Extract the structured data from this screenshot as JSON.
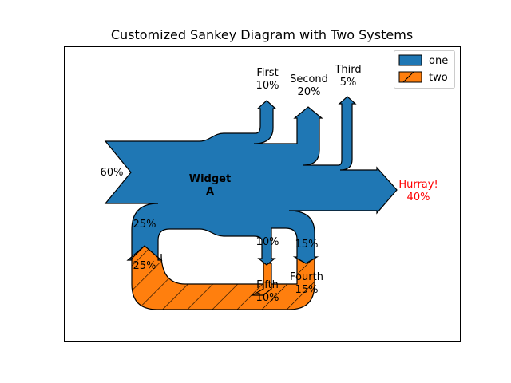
{
  "title": "Customized Sankey Diagram with Two Systems",
  "colors": {
    "one": "#1f77b4",
    "two": "#ff7f0e",
    "highlight": "#ff0000",
    "edge": "#000000"
  },
  "legend": {
    "placement": "top-right",
    "entries": [
      {
        "label": "one",
        "color": "#1f77b4",
        "hatch": false
      },
      {
        "label": "two",
        "color": "#ff7f0e",
        "hatch": true
      }
    ]
  },
  "center_label": {
    "line1": "Widget",
    "line2": "A"
  },
  "labels": {
    "first": {
      "name": "First",
      "value": "10%"
    },
    "second": {
      "name": "Second",
      "value": "20%"
    },
    "third": {
      "name": "Third",
      "value": "5%"
    },
    "hurray": {
      "name": "Hurray!",
      "value": "40%"
    },
    "input": {
      "value": "60%"
    },
    "loop_out": {
      "value": "25%"
    },
    "loop_in": {
      "value": "25%"
    },
    "fifth_out": {
      "value": "10%"
    },
    "fourth_out": {
      "value": "15%"
    },
    "fifth": {
      "name": "Fifth",
      "value": "10%"
    },
    "fourth": {
      "name": "Fourth",
      "value": "15%"
    }
  }
}
